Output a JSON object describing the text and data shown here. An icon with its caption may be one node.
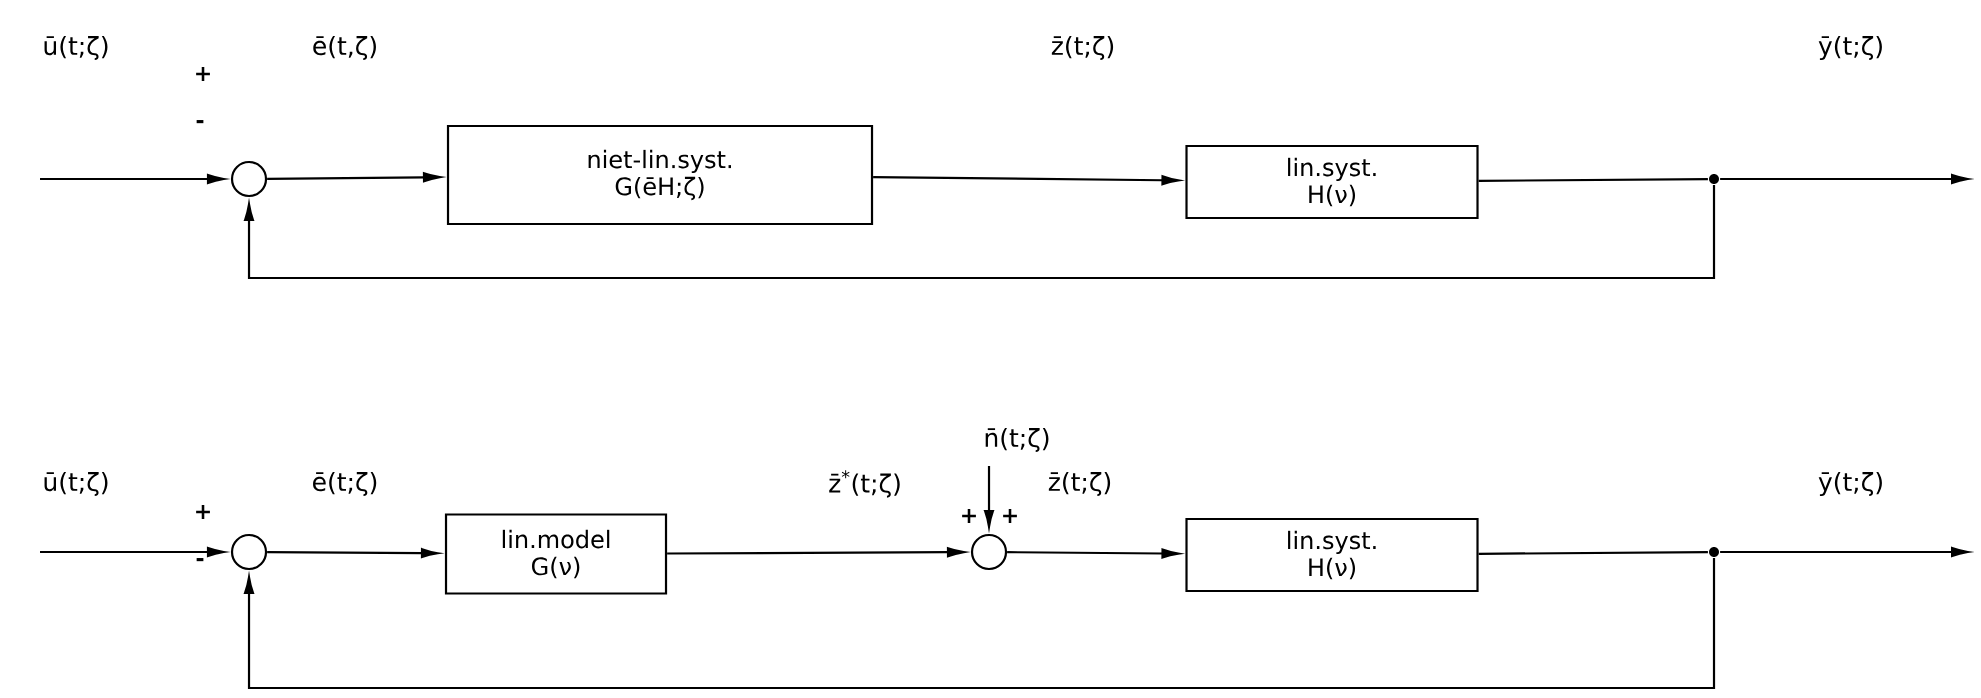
{
  "diagram": {
    "nodes": [
      {
        "text": [],
        "shape": "circle",
        "beside": [
          "+",
          "-"
        ]
      },
      {
        "text": [
          "niet-lin.syst.",
          "G(ēH;ζ)"
        ]
      },
      {
        "text": [
          "lin.syst.",
          "H(ν)"
        ]
      },
      {
        "text": [],
        "shape": "dot"
      },
      {
        "text": [],
        "shape": "circle",
        "beside": [
          "+",
          "-"
        ]
      },
      {
        "text": [
          "lin.model",
          "G(ν)"
        ]
      },
      {
        "text": [],
        "shape": "circle",
        "beside": [
          "+",
          "+"
        ]
      },
      {
        "text": [
          "lin.syst.",
          "H(ν)"
        ]
      },
      {
        "text": [],
        "shape": "dot"
      }
    ],
    "edges": [
      {
        "from": null,
        "to": 0,
        "arrow": "to",
        "label": "ū(t;ζ)"
      },
      {
        "from": 0,
        "to": 1,
        "arrow": "to",
        "label": "ē(t,ζ)"
      },
      {
        "from": 1,
        "to": 2,
        "arrow": "to",
        "label": "z̄(t;ζ)"
      },
      {
        "from": 2,
        "to": 3,
        "arrow": "none"
      },
      {
        "from": 3,
        "to": null,
        "arrow": "to",
        "label": "ȳ(t;ζ)"
      },
      {
        "from": 3,
        "to": 0,
        "arrow": "to"
      },
      {
        "from": null,
        "to": 4,
        "arrow": "to",
        "label": "ū(t;ζ)"
      },
      {
        "from": 4,
        "to": 5,
        "arrow": "to",
        "label": "ē(t;ζ)"
      },
      {
        "from": 5,
        "to": 6,
        "arrow": "to",
        "label": "z̄$^{*}$(t;ζ)"
      },
      {
        "from": null,
        "to": 6,
        "arrow": "to",
        "label": "n̄(t;ζ)"
      },
      {
        "from": 6,
        "to": 7,
        "arrow": "to",
        "label": "z̄(t;ζ)"
      },
      {
        "from": 7,
        "to": 8,
        "arrow": "none"
      },
      {
        "from": 8,
        "to": null,
        "arrow": "to",
        "label": "ȳ(t;ζ)"
      },
      {
        "from": 8,
        "to": 4,
        "arrow": "to"
      }
    ]
  }
}
